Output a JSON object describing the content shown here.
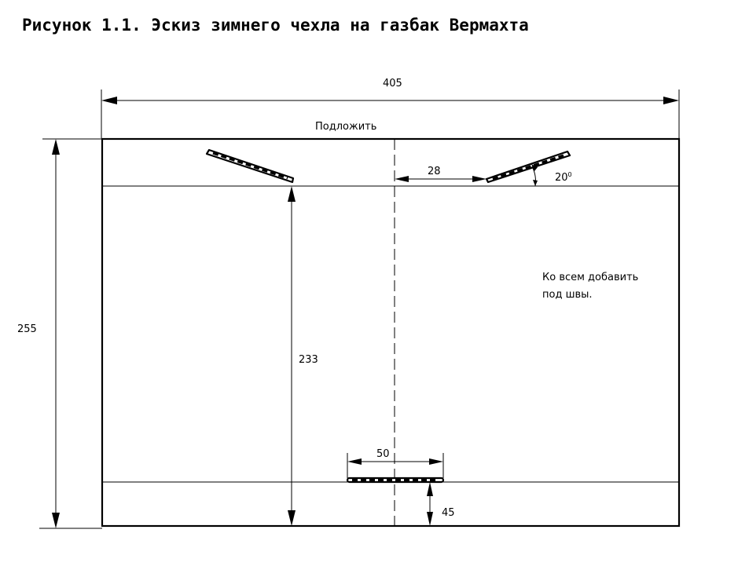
{
  "figure": {
    "title": "Рисунок 1.1. Эскиз зимнего чехла на газбак Вермахта",
    "top_label": "Подложить",
    "note_line1": "Ко всем добавить",
    "note_line2": "под швы."
  },
  "dimensions": {
    "overall_width": "405",
    "overall_height": "255",
    "slot_row_height": "233",
    "slot_offset": "28",
    "slot_angle": "20",
    "slot_angle_unit": "0",
    "bottom_slot_length": "50",
    "bottom_slot_offset": "45"
  }
}
